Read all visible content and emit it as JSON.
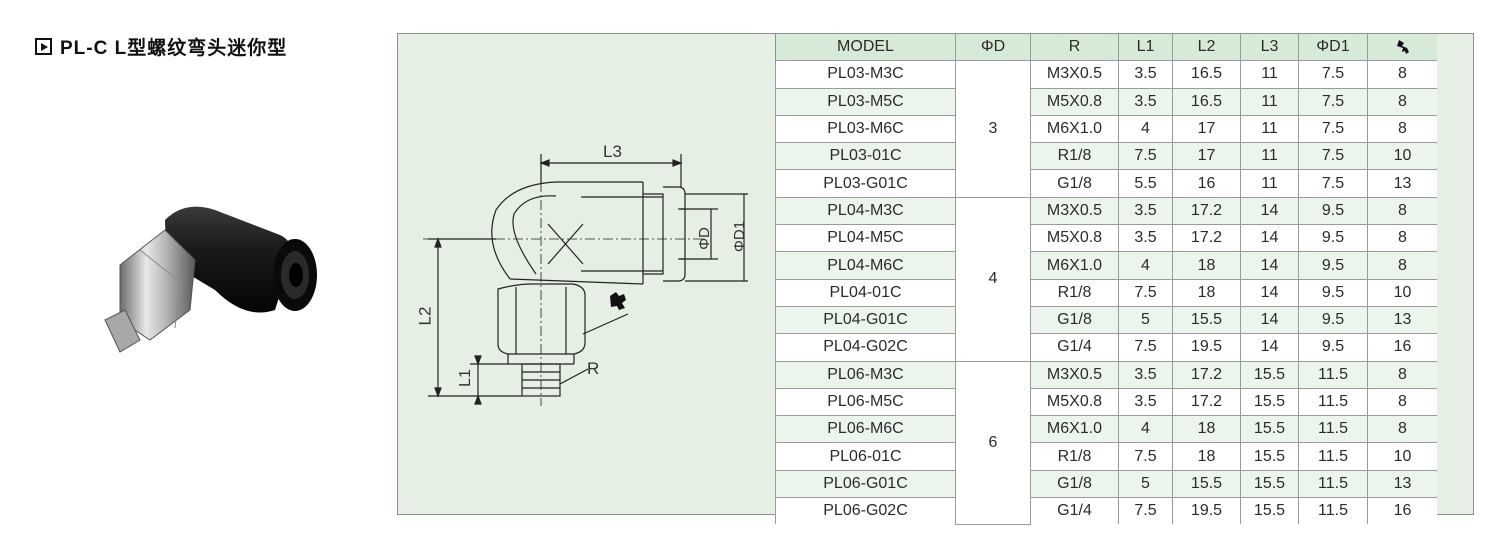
{
  "page": {
    "title": "PL-C L型螺纹弯头迷你型"
  },
  "drawing": {
    "labels": {
      "l3": "L3",
      "l2": "L2",
      "l1": "L1",
      "r": "R",
      "d": "ΦD",
      "d1": "ΦD1"
    }
  },
  "table": {
    "headers": [
      "MODEL",
      "ΦD",
      "R",
      "L1",
      "L2",
      "L3",
      "ΦD1",
      "wrench"
    ],
    "groups": [
      {
        "d": "3",
        "rows": [
          {
            "model": "PL03-M3C",
            "r": "M3X0.5",
            "l1": "3.5",
            "l2": "16.5",
            "l3": "11",
            "d1": "7.5",
            "w": "8"
          },
          {
            "model": "PL03-M5C",
            "r": "M5X0.8",
            "l1": "3.5",
            "l2": "16.5",
            "l3": "11",
            "d1": "7.5",
            "w": "8"
          },
          {
            "model": "PL03-M6C",
            "r": "M6X1.0",
            "l1": "4",
            "l2": "17",
            "l3": "11",
            "d1": "7.5",
            "w": "8"
          },
          {
            "model": "PL03-01C",
            "r": "R1/8",
            "l1": "7.5",
            "l2": "17",
            "l3": "11",
            "d1": "7.5",
            "w": "10"
          },
          {
            "model": "PL03-G01C",
            "r": "G1/8",
            "l1": "5.5",
            "l2": "16",
            "l3": "11",
            "d1": "7.5",
            "w": "13"
          }
        ]
      },
      {
        "d": "4",
        "rows": [
          {
            "model": "PL04-M3C",
            "r": "M3X0.5",
            "l1": "3.5",
            "l2": "17.2",
            "l3": "14",
            "d1": "9.5",
            "w": "8"
          },
          {
            "model": "PL04-M5C",
            "r": "M5X0.8",
            "l1": "3.5",
            "l2": "17.2",
            "l3": "14",
            "d1": "9.5",
            "w": "8"
          },
          {
            "model": "PL04-M6C",
            "r": "M6X1.0",
            "l1": "4",
            "l2": "18",
            "l3": "14",
            "d1": "9.5",
            "w": "8"
          },
          {
            "model": "PL04-01C",
            "r": "R1/8",
            "l1": "7.5",
            "l2": "18",
            "l3": "14",
            "d1": "9.5",
            "w": "10"
          },
          {
            "model": "PL04-G01C",
            "r": "G1/8",
            "l1": "5",
            "l2": "15.5",
            "l3": "14",
            "d1": "9.5",
            "w": "13"
          },
          {
            "model": "PL04-G02C",
            "r": "G1/4",
            "l1": "7.5",
            "l2": "19.5",
            "l3": "14",
            "d1": "9.5",
            "w": "16"
          }
        ]
      },
      {
        "d": "6",
        "rows": [
          {
            "model": "PL06-M3C",
            "r": "M3X0.5",
            "l1": "3.5",
            "l2": "17.2",
            "l3": "15.5",
            "d1": "11.5",
            "w": "8"
          },
          {
            "model": "PL06-M5C",
            "r": "M5X0.8",
            "l1": "3.5",
            "l2": "17.2",
            "l3": "15.5",
            "d1": "11.5",
            "w": "8"
          },
          {
            "model": "PL06-M6C",
            "r": "M6X1.0",
            "l1": "4",
            "l2": "18",
            "l3": "15.5",
            "d1": "11.5",
            "w": "8"
          },
          {
            "model": "PL06-01C",
            "r": "R1/8",
            "l1": "7.5",
            "l2": "18",
            "l3": "15.5",
            "d1": "11.5",
            "w": "10"
          },
          {
            "model": "PL06-G01C",
            "r": "G1/8",
            "l1": "5",
            "l2": "15.5",
            "l3": "15.5",
            "d1": "11.5",
            "w": "13"
          },
          {
            "model": "PL06-G02C",
            "r": "G1/4",
            "l1": "7.5",
            "l2": "19.5",
            "l3": "15.5",
            "d1": "11.5",
            "w": "16"
          }
        ]
      }
    ]
  },
  "icons": {
    "play": "play-icon",
    "wrench": "wrench-icon"
  }
}
